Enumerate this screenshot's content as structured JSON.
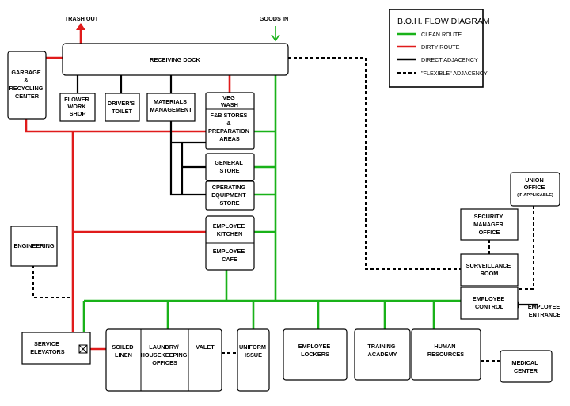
{
  "legend": {
    "title": "B.O.H. FLOW DIAGRAM",
    "items": [
      {
        "label": "CLEAN ROUTE",
        "color": "#19b219",
        "style": "solid"
      },
      {
        "label": "DIRTY ROUTE",
        "color": "#e01b1b",
        "style": "solid"
      },
      {
        "label": "DIRECT ADJACENCY",
        "color": "#000000",
        "style": "solid"
      },
      {
        "label": "\"FLEXIBLE\" ADJACENCY",
        "color": "#000000",
        "style": "dashed"
      }
    ]
  },
  "arrows": {
    "trash_out": "TRASH  OUT",
    "goods_in": "GOODS IN",
    "employee_entrance": [
      "EMPLOYEE",
      "ENTRANCE"
    ]
  },
  "rooms": {
    "receiving_dock": [
      "RECEIVING DOCK"
    ],
    "garbage": [
      "GARBAGE",
      "&",
      "RECYCLING",
      "CENTER"
    ],
    "flower_workshop": [
      "FLOWER",
      "WORK",
      "SHOP"
    ],
    "drivers_toilet": [
      "DRIVER'S",
      "TOILET"
    ],
    "materials_management": [
      "MATERIALS",
      "MANAGEMENT"
    ],
    "veg_wash": [
      "VEG",
      "WASH"
    ],
    "fb_stores": [
      "F&B STORES",
      "&",
      "PREPARATION",
      "AREAS"
    ],
    "general_store": [
      "GENERAL",
      "STORE"
    ],
    "operating_equipment": [
      "CPERATING",
      "EQUIPMENT",
      "STORE"
    ],
    "employee_kitchen": [
      "EMPLOYEE",
      "KITCHEN"
    ],
    "employee_cafe": [
      "EMPLOYEE",
      "CAFE"
    ],
    "engineering": [
      "ENGINEERING"
    ],
    "service_elevators": [
      "SERVICE",
      "ELEVATORS"
    ],
    "soiled_linen": [
      "SOILED",
      "LINEN"
    ],
    "laundry": [
      "LAUNDRY/",
      "HOUSEKEEPING",
      "OFFICES"
    ],
    "valet": [
      "VALET"
    ],
    "uniform_issue": [
      "UNIFORM",
      "ISSUE"
    ],
    "employee_lockers": [
      "EMPLOYEE",
      "LOCKERS"
    ],
    "training_academy": [
      "TRAINING",
      "ACADEMY"
    ],
    "human_resources": [
      "HUMAN",
      "RESOURCES"
    ],
    "medical_center": [
      "MEDICAL",
      "CENTER"
    ],
    "union_office": [
      "UNION",
      "OFFICE",
      "(IF APPLICABLE)"
    ],
    "security_manager": [
      "SECURITY",
      "MANAGER",
      "OFFICE"
    ],
    "surveillance_room": [
      "SURVEILLANCE",
      "ROOM"
    ],
    "employee_control": [
      "EMPLOYEE",
      "CONTROL"
    ]
  },
  "colors": {
    "clean": "#19b219",
    "dirty": "#e01b1b",
    "adjacency": "#000000"
  }
}
